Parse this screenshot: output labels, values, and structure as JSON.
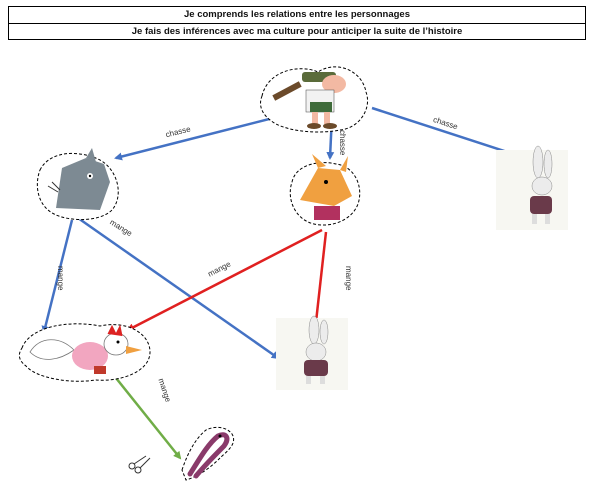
{
  "header": {
    "line1": "Je comprends les relations entre les personnages",
    "line2": "Je fais des inférences avec ma culture pour anticiper la suite de l’histoire"
  },
  "labels": {
    "chasse": "chasse",
    "mange": "mange"
  },
  "colors": {
    "blue": "#4472c4",
    "red": "#e02020",
    "green": "#70ad47"
  },
  "characters": [
    "hunter-icon",
    "wolf-icon",
    "fox-icon",
    "rabbit-icon",
    "hen-icon",
    "worm-icon"
  ]
}
